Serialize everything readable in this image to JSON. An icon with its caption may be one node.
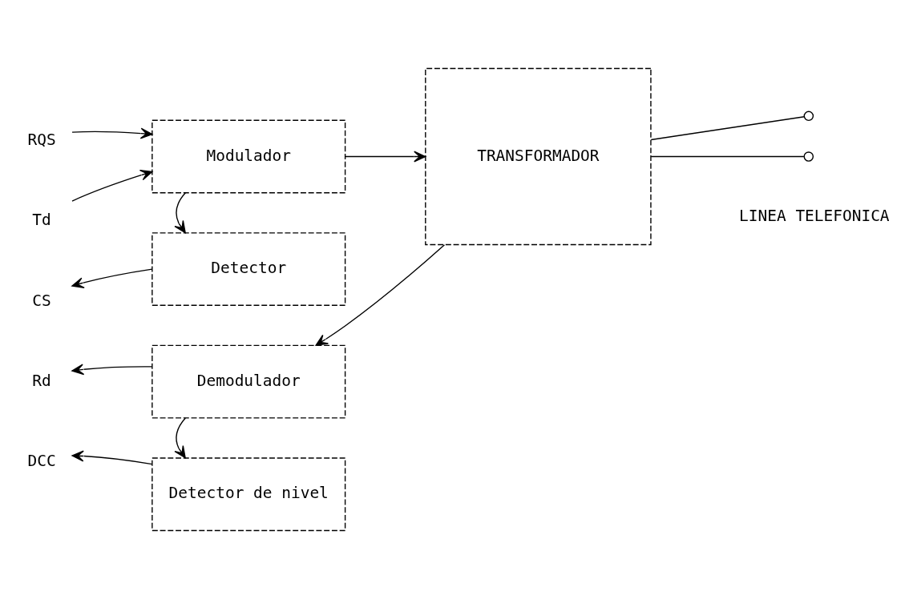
{
  "diagram": {
    "nodes": [
      {
        "text": [
          "RQS"
        ]
      },
      {
        "text": [
          "Td"
        ]
      },
      {
        "text": [
          "Modulador"
        ]
      },
      {
        "text": [
          "CS"
        ]
      },
      {
        "text": [
          "Detector"
        ]
      },
      {
        "text": [
          "Rd"
        ]
      },
      {
        "text": [
          "Demodulador"
        ]
      },
      {
        "text": [
          "DCC"
        ]
      },
      {
        "text": [
          "Detector de nivel"
        ]
      },
      {
        "text": [
          "TRANSFORMADOR"
        ]
      }
    ],
    "edges": [
      {
        "from": 0,
        "to": 2,
        "arrow": "to"
      },
      {
        "from": 1,
        "to": 2,
        "arrow": "to"
      },
      {
        "from": 2,
        "to": 9,
        "arrow": "to"
      },
      {
        "from": 2,
        "to": 4,
        "arrow": "to"
      },
      {
        "from": 4,
        "to": 3,
        "arrow": "to"
      },
      {
        "from": 9,
        "to": 6,
        "arrow": "to"
      },
      {
        "from": 6,
        "to": 5,
        "arrow": "to"
      },
      {
        "from": 6,
        "to": 8,
        "arrow": "to"
      },
      {
        "from": 8,
        "to": 7,
        "arrow": "to"
      },
      {
        "from": 9,
        "to": null,
        "arrow": "other"
      },
      {
        "from": 9,
        "to": null,
        "arrow": "other"
      }
    ],
    "labels": [
      "LINEA TELEFONICA"
    ]
  }
}
